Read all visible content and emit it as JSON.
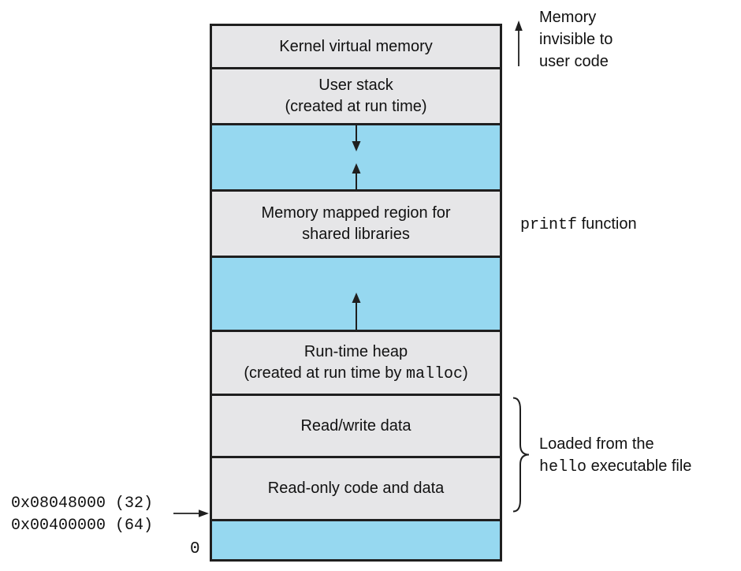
{
  "regions": {
    "kernel": {
      "label": "Kernel virtual memory"
    },
    "user_stack": {
      "line1": "User stack",
      "line2": "(created at run time)"
    },
    "mmap": {
      "line1": "Memory mapped region for",
      "line2": "shared libraries"
    },
    "heap": {
      "line1": "Run-time heap",
      "line2_prefix": "(created at run time by ",
      "line2_code": "malloc",
      "line2_suffix": ")"
    },
    "rw_data": {
      "label": "Read/write data"
    },
    "ro_code": {
      "label": "Read-only code and data"
    }
  },
  "annotations": {
    "memory_invisible": {
      "line1": "Memory",
      "line2": "invisible to",
      "line3": "user code"
    },
    "printf": {
      "code": "printf",
      "suffix": " function"
    },
    "loaded_from": {
      "line1": "Loaded from the",
      "line2_code": "hello",
      "line2_suffix": " executable file"
    },
    "address_32": "0x08048000 (32)",
    "address_64": "0x00400000 (64)",
    "zero": "0"
  },
  "colors": {
    "region_gray": "#e6e6e8",
    "region_blue": "#96d8f0",
    "line_black": "#1f1f1f"
  }
}
